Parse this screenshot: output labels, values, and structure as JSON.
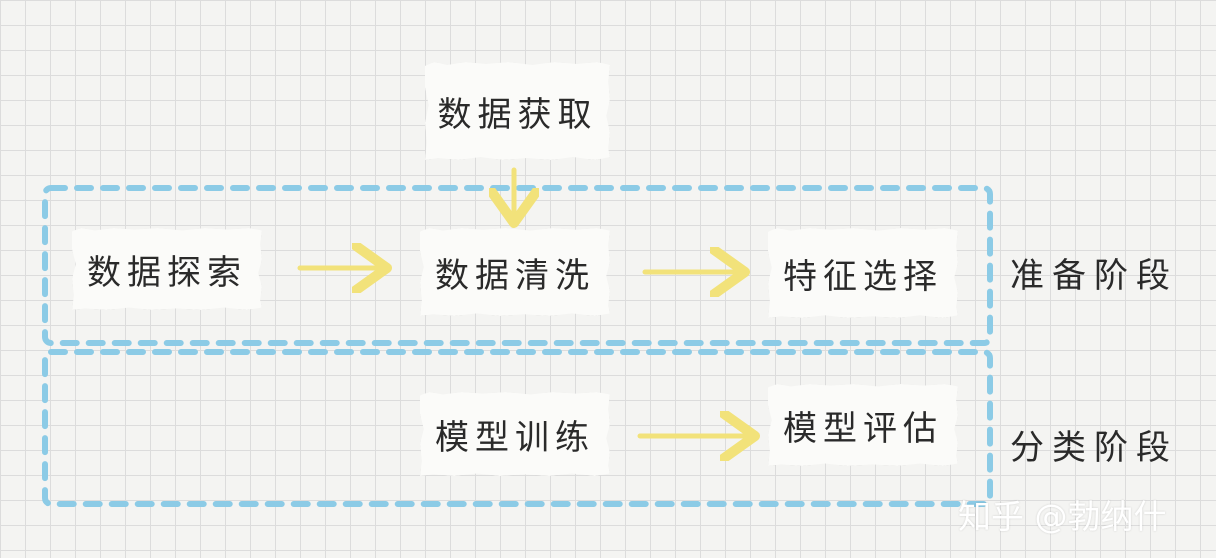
{
  "nodes": {
    "acquisition": "数据获取",
    "exploration": "数据探索",
    "cleaning": "数据清洗",
    "feature_selection": "特征选择",
    "training": "模型训练",
    "evaluation": "模型评估"
  },
  "stages": {
    "preparation": "准备阶段",
    "classification": "分类阶段"
  },
  "watermark": "知乎 @勃纳什",
  "colors": {
    "arrow": "#f2e27a",
    "dashed_border": "#8ccbe6",
    "card": "#fbfbf9",
    "text": "#2a2a2a"
  }
}
